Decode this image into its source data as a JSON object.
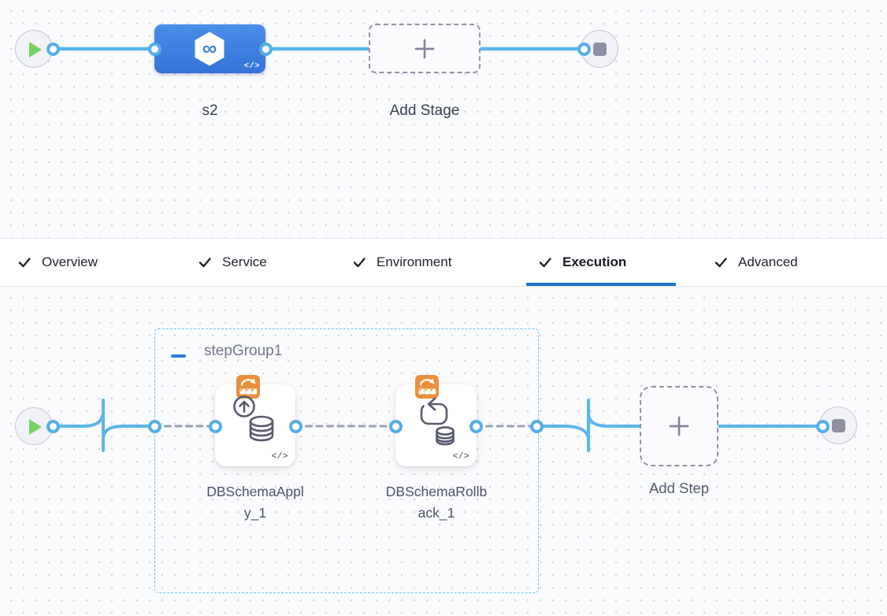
{
  "top_canvas": {
    "stage": {
      "name": "s2",
      "code_badge": "</>"
    },
    "add_stage_label": "Add Stage"
  },
  "tab_bar": {
    "tabs": [
      {
        "label": "Overview",
        "checked": true,
        "active": false
      },
      {
        "label": "Service",
        "checked": true,
        "active": false
      },
      {
        "label": "Environment",
        "checked": true,
        "active": false
      },
      {
        "label": "Execution",
        "checked": true,
        "active": true
      },
      {
        "label": "Advanced",
        "checked": true,
        "active": false
      }
    ]
  },
  "execution_canvas": {
    "step_group": {
      "name": "stepGroup1"
    },
    "steps": [
      {
        "name": "DBSchemaApply_1",
        "line1": "DBSchemaAppl",
        "line2": "y_1",
        "code_badge": "</>"
      },
      {
        "name": "DBSchemaRollback_1",
        "line1": "DBSchemaRollb",
        "line2": "ack_1",
        "code_badge": "</>"
      }
    ],
    "add_step_label": "Add Step"
  },
  "colors": {
    "accent_blue": "#2172c8",
    "connector_blue": "#5ab7eb",
    "node_blue": "#3c80de",
    "badge_orange": "#e8913c",
    "group_border_blue": "#69c4e8",
    "play_green": "#79d164",
    "port_ring_blue": "#54aee8"
  }
}
